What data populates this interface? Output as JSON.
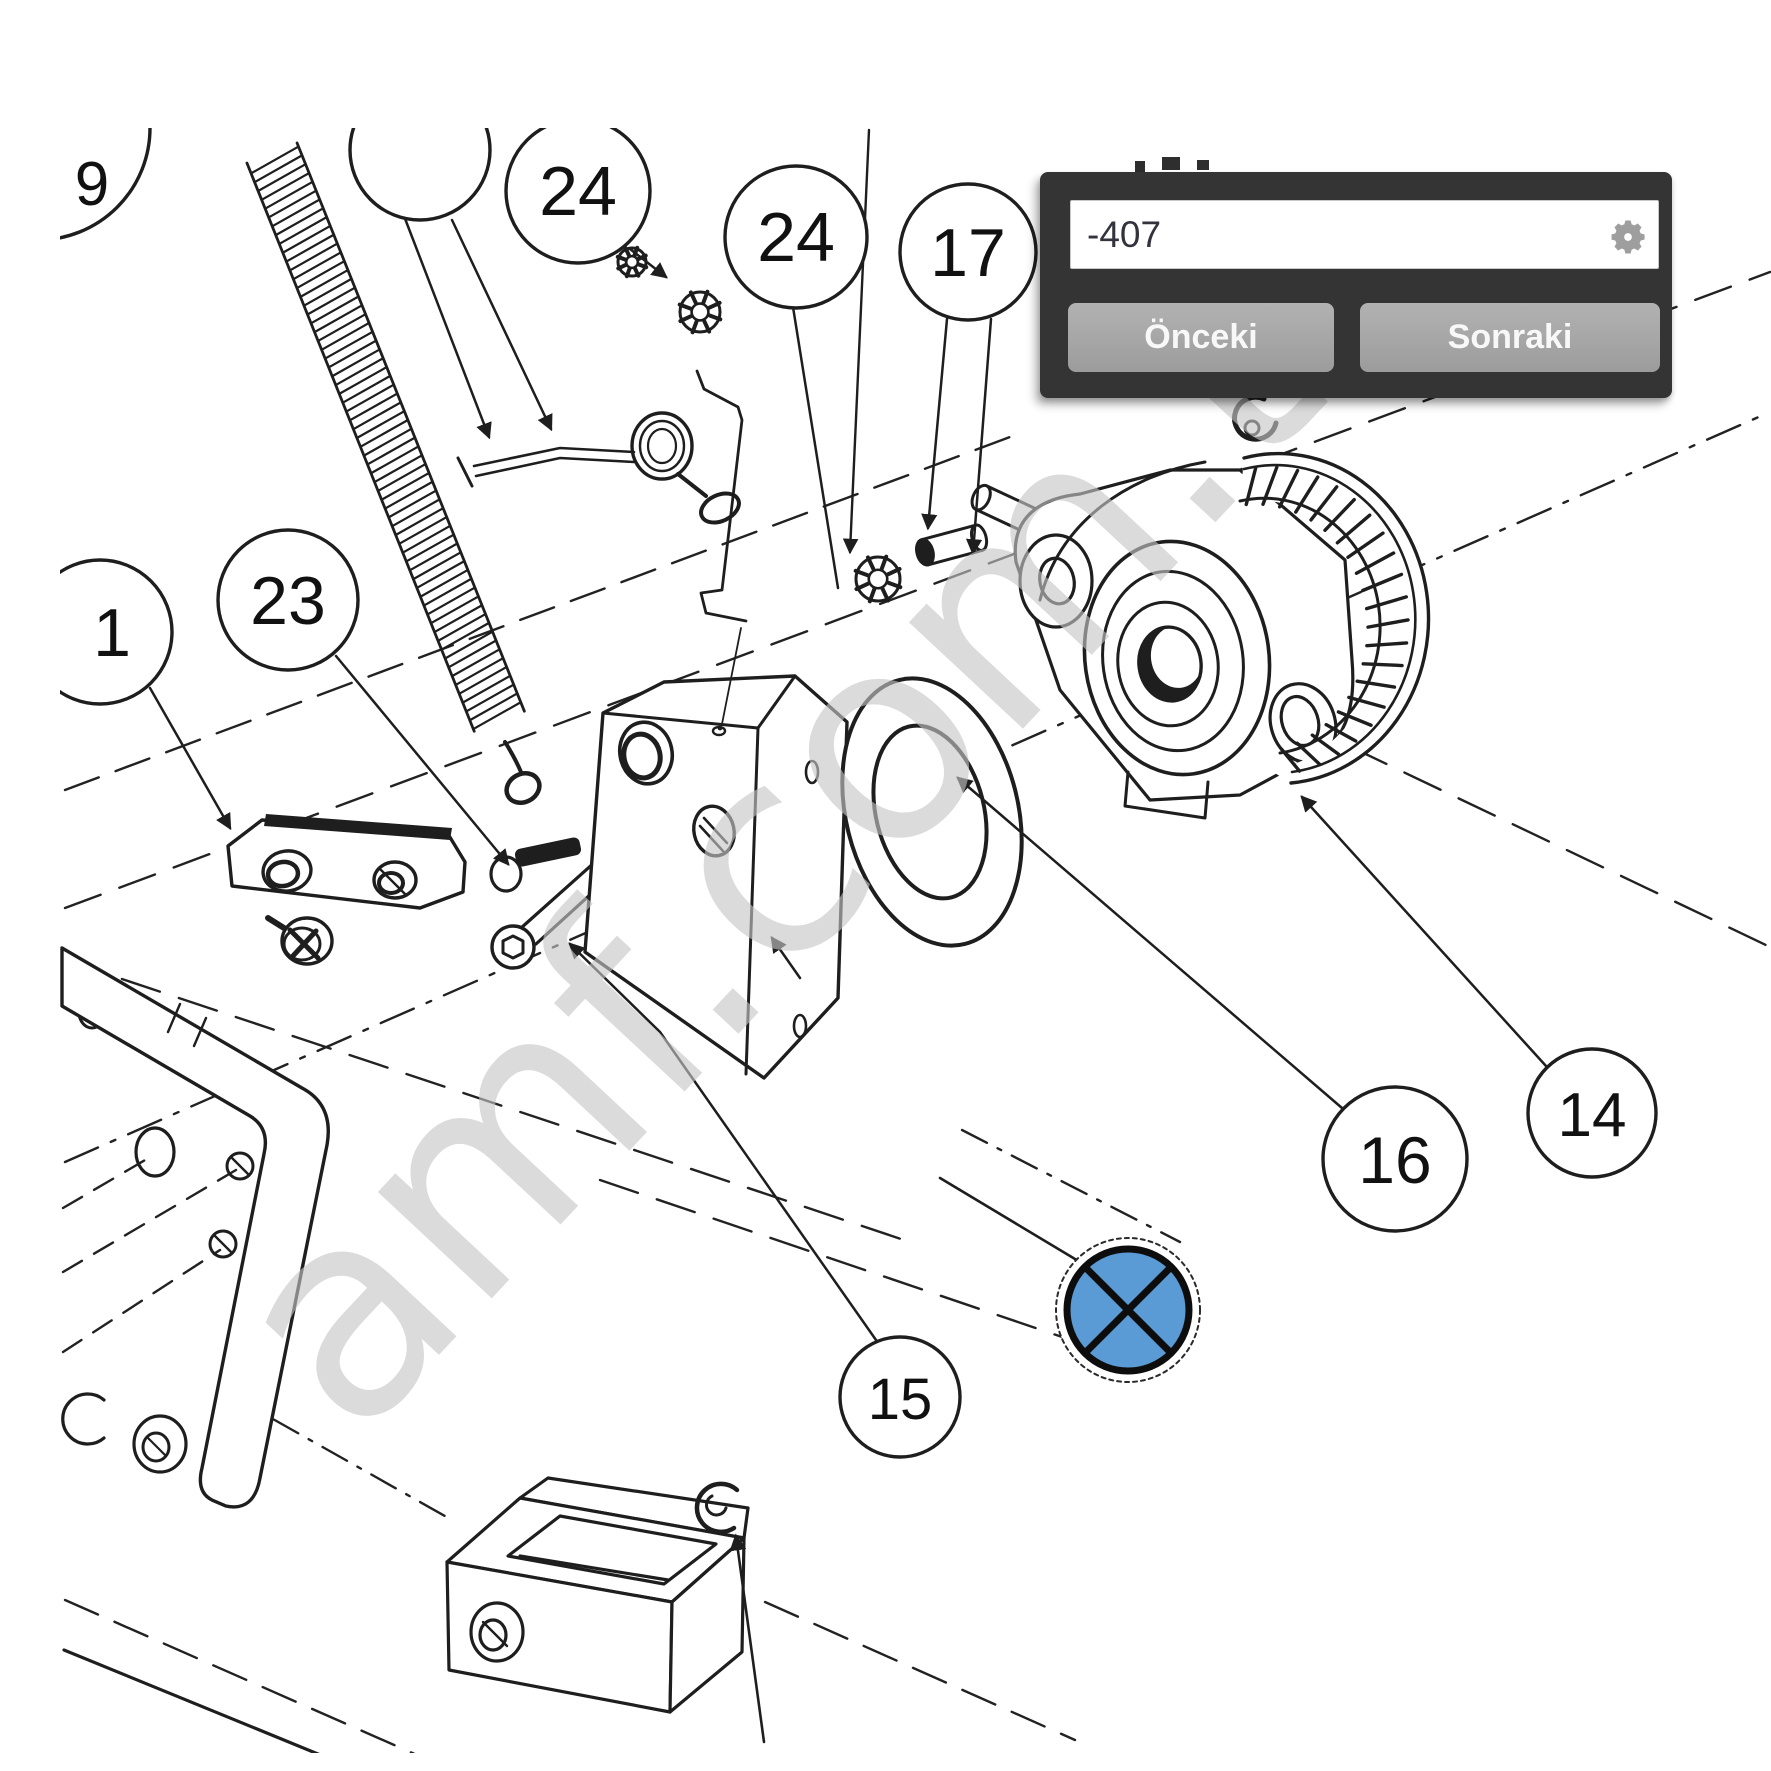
{
  "watermark": "amf.com.tr",
  "find_bar": {
    "query": "-407",
    "prev_label": "Önceki",
    "next_label": "Sonraki"
  },
  "balloons": [
    {
      "label": "9"
    },
    {
      "label": ""
    },
    {
      "label": "24"
    },
    {
      "label": "24"
    },
    {
      "label": "17"
    },
    {
      "label": "23"
    },
    {
      "label": "1"
    },
    {
      "label": "15"
    },
    {
      "label": "16"
    },
    {
      "label": "14"
    }
  ],
  "colors": {
    "marker_blue": "#5b9bd5",
    "panel_dark": "#343434",
    "button_gray": "#a5a5a5",
    "line_ink": "#1e1e1e",
    "watermark_gray": "#c6c6c6"
  }
}
